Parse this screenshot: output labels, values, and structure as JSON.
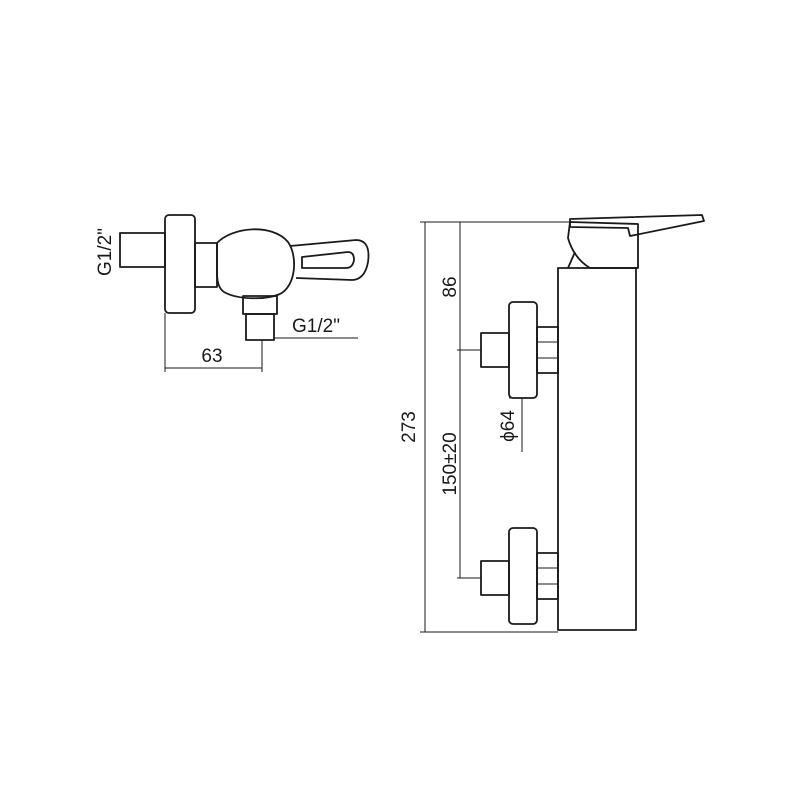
{
  "side_view": {
    "thread_inlet_label": "G1/2\"",
    "thread_outlet_label": "G1/2\"",
    "depth_dim": "63"
  },
  "front_view": {
    "total_height_dim": "273",
    "top_offset_dim": "86",
    "inlet_spacing_dim": "150±20",
    "flange_diameter_dim": "ϕ64"
  },
  "colors": {
    "line": "#1a1a1a",
    "background": "#ffffff"
  }
}
